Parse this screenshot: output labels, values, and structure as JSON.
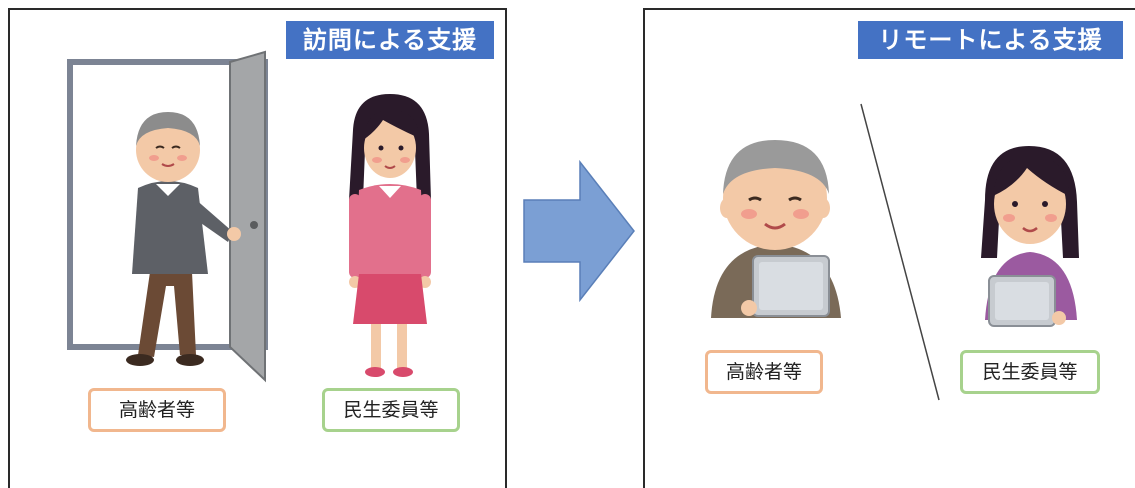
{
  "panels": {
    "visit": {
      "title": "訪問による支援",
      "elder_label": "高齢者等",
      "volunteer_label": "民生委員等"
    },
    "remote": {
      "title": "リモートによる支援",
      "elder_label": "高齢者等",
      "volunteer_label": "民生委員等"
    }
  },
  "colors": {
    "title_bar": "#4472c4",
    "arrow": "#7b9fd4",
    "elder_label_border": "#f1b78e",
    "volunteer_label_border": "#a7d28d"
  }
}
